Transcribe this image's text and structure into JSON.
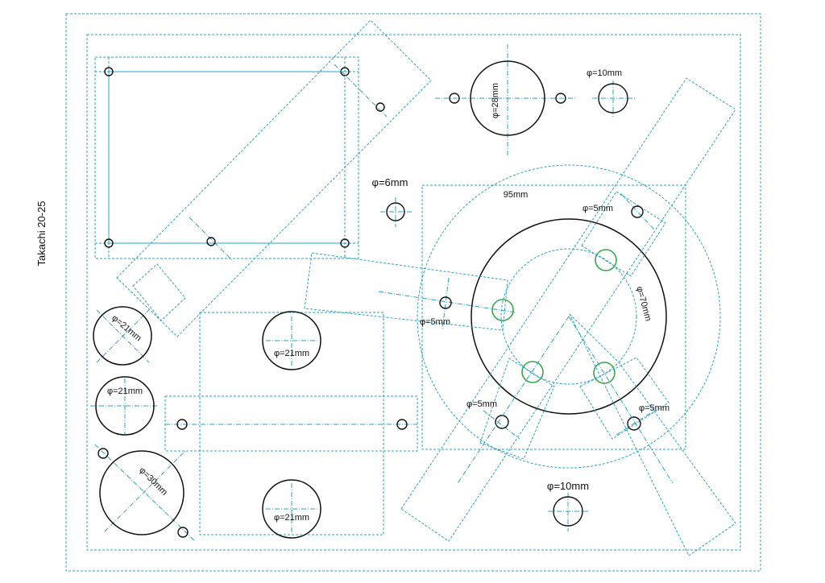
{
  "side_title": "Takachi 20-25",
  "colors": {
    "guide": "#29a3c4",
    "hole": "#111111",
    "mount": "#3aa64a"
  },
  "labels": {
    "d10_top": "φ=10mm",
    "d28": "φ=28mm",
    "d6": "φ=6mm",
    "span95": "95mm",
    "d5_top": "φ=5mm",
    "d70": "φ=70mm",
    "d5_mid": "φ=5mm",
    "d21_rot": "φ=21mm",
    "d21_mid": "φ=21mm",
    "d21_left": "φ=21mm",
    "d5_low_left": "φ=5mm",
    "d5_low_right": "φ=5mm",
    "d30": "φ=30mm",
    "d10_bottom": "φ=10mm",
    "d21_bottom": "φ=21mm"
  }
}
